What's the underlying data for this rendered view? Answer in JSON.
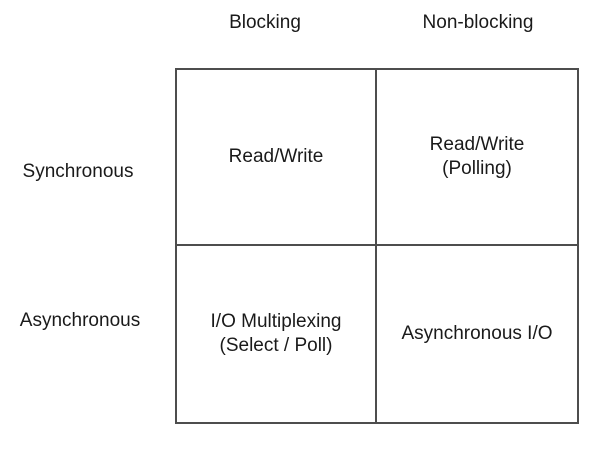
{
  "diagram": {
    "type": "matrix-2x2",
    "column_headers": [
      "Blocking",
      "Non-blocking"
    ],
    "row_headers": [
      "Synchronous",
      "Asynchronous"
    ],
    "cells": [
      {
        "row": "Synchronous",
        "col": "Blocking",
        "text": "Read/Write"
      },
      {
        "row": "Synchronous",
        "col": "Non-blocking",
        "text": "Read/Write\n(Polling)"
      },
      {
        "row": "Asynchronous",
        "col": "Blocking",
        "text": "I/O Multiplexing\n(Select / Poll)"
      },
      {
        "row": "Asynchronous",
        "col": "Non-blocking",
        "text": "Asynchronous I/O"
      }
    ],
    "colors": {
      "border": "#4d4d4d",
      "text": "#1a1a1a",
      "background": "#ffffff"
    }
  }
}
